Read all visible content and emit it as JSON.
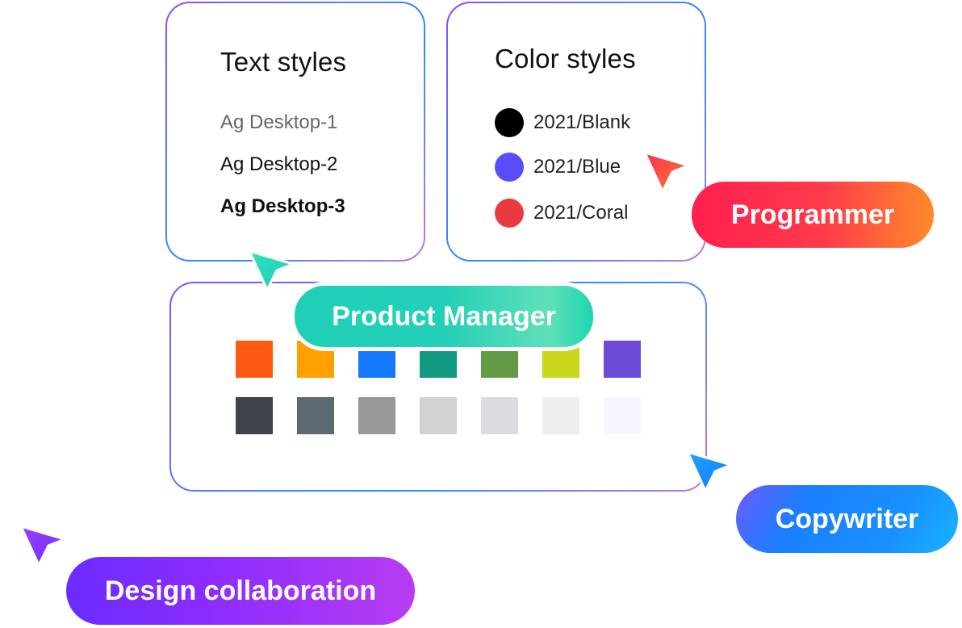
{
  "text_styles": {
    "title": "Text styles",
    "items": [
      "Ag Desktop-1",
      "Ag Desktop-2",
      "Ag Desktop-3"
    ]
  },
  "color_styles": {
    "title": "Color styles",
    "items": [
      {
        "label": "2021/Blank",
        "color": "#000000"
      },
      {
        "label": "2021/Blue",
        "color": "#5a4bff"
      },
      {
        "label": "2021/Coral",
        "color": "#e83b3f"
      }
    ]
  },
  "palette": {
    "row1": [
      "#ff5a14",
      "#ffa000",
      "#1478ff",
      "#129a82",
      "#629a46",
      "#c9d61c",
      "#6b4bd6"
    ],
    "row2": [
      "#3e4449",
      "#5c6a72",
      "#989898",
      "#d2d2d4",
      "#dcdce0",
      "#eeeeef",
      "#f5f6ff"
    ]
  },
  "roles": {
    "programmer": "Programmer",
    "product_manager": "Product Manager",
    "copywriter": "Copywriter",
    "design_collaboration": "Design collaboration"
  },
  "colors": {
    "programmer": "#ff2d4a",
    "product_manager": "#22d0b8",
    "copywriter": "#1784ff",
    "design_collaboration": "#8a2cff"
  }
}
